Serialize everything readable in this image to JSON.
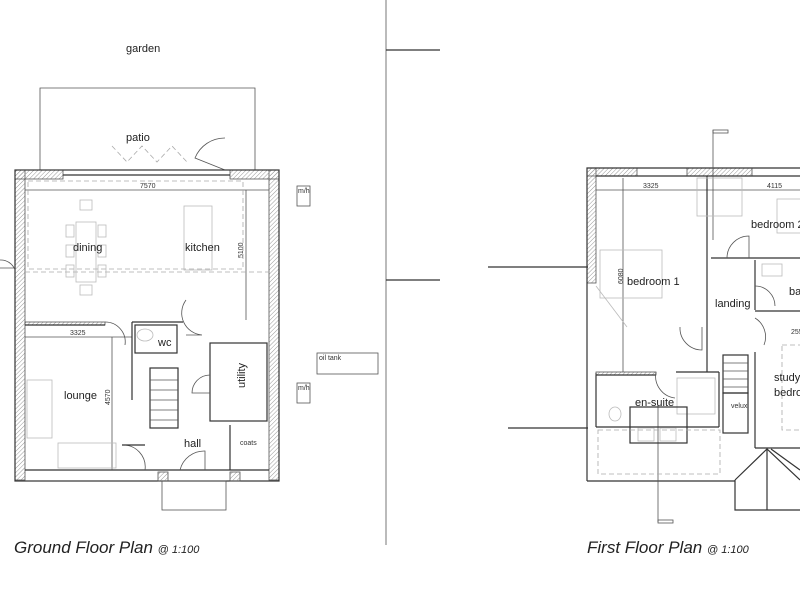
{
  "ground_floor": {
    "title": "Ground Floor Plan",
    "scale": "@ 1:100",
    "labels": {
      "garden": "garden",
      "patio": "patio",
      "dining": "dining",
      "kitchen": "kitchen",
      "wc": "wc",
      "utility": "utility",
      "lounge": "lounge",
      "hall": "hall",
      "coats": "coats",
      "oil_tank": "oil tank",
      "manhole_1": "m/h",
      "manhole_2": "m/h"
    },
    "dimensions": {
      "width_total": "7570",
      "kitchen_depth": "5100",
      "lounge_width": "3325",
      "lounge_depth": "4570"
    }
  },
  "first_floor": {
    "title": "First Floor Plan",
    "scale": "@ 1:100",
    "labels": {
      "bedroom_1": "bedroom 1",
      "bedroom_2": "bedroom 2",
      "bathroom": "ba",
      "landing": "landing",
      "study": "study",
      "study_bedroom": "bedro",
      "en_suite": "en-suite",
      "velux": "velux"
    },
    "dimensions": {
      "bedroom1_width": "3325",
      "bedroom2_width": "4115",
      "bedroom1_depth": "6080",
      "study_width": "255"
    }
  }
}
